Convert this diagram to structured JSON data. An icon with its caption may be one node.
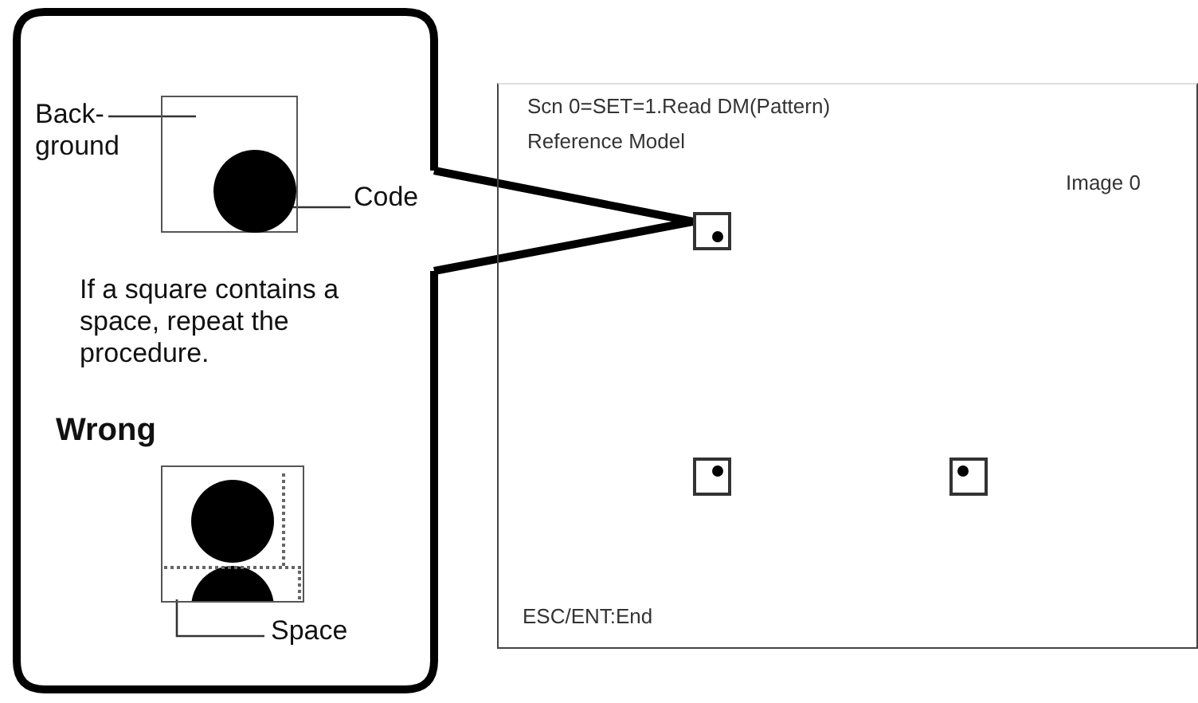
{
  "diagram": {
    "nodes": [
      {
        "text": [
          "If a square contains a space, repeat the procedure.",
          "Wrong"
        ]
      },
      {
        "text": [
          "Back- ground"
        ],
        "in": 0
      },
      {
        "text": [],
        "shape": "box",
        "in": 0
      },
      {
        "text": [
          "Code"
        ],
        "in": 0
      },
      {
        "text": [],
        "shape": "circle",
        "in": 2
      },
      {
        "text": [],
        "shape": "picture",
        "in": 0
      },
      {
        "text": [],
        "shape": "box",
        "in": 5
      },
      {
        "text": [
          "Space"
        ],
        "in": 0
      },
      {
        "text": [
          "Scn 0=SET=1.Read DM(Pattern)",
          "Reference Model",
          "Image 0",
          "ESC/ENT:End"
        ]
      },
      {
        "text": [],
        "shape": "box",
        "in": 8
      },
      {
        "text": [],
        "shape": "box",
        "in": 8
      },
      {
        "text": [],
        "shape": "box",
        "in": 8
      }
    ],
    "edges": [
      {
        "from": 1,
        "to": 2,
        "arrow": "none"
      },
      {
        "from": 3,
        "to": 4,
        "arrow": "none"
      },
      {
        "from": 7,
        "to": 6,
        "arrow": "none"
      },
      {
        "from": 0,
        "to": 9,
        "arrow": "none",
        "style": "thick"
      }
    ]
  }
}
